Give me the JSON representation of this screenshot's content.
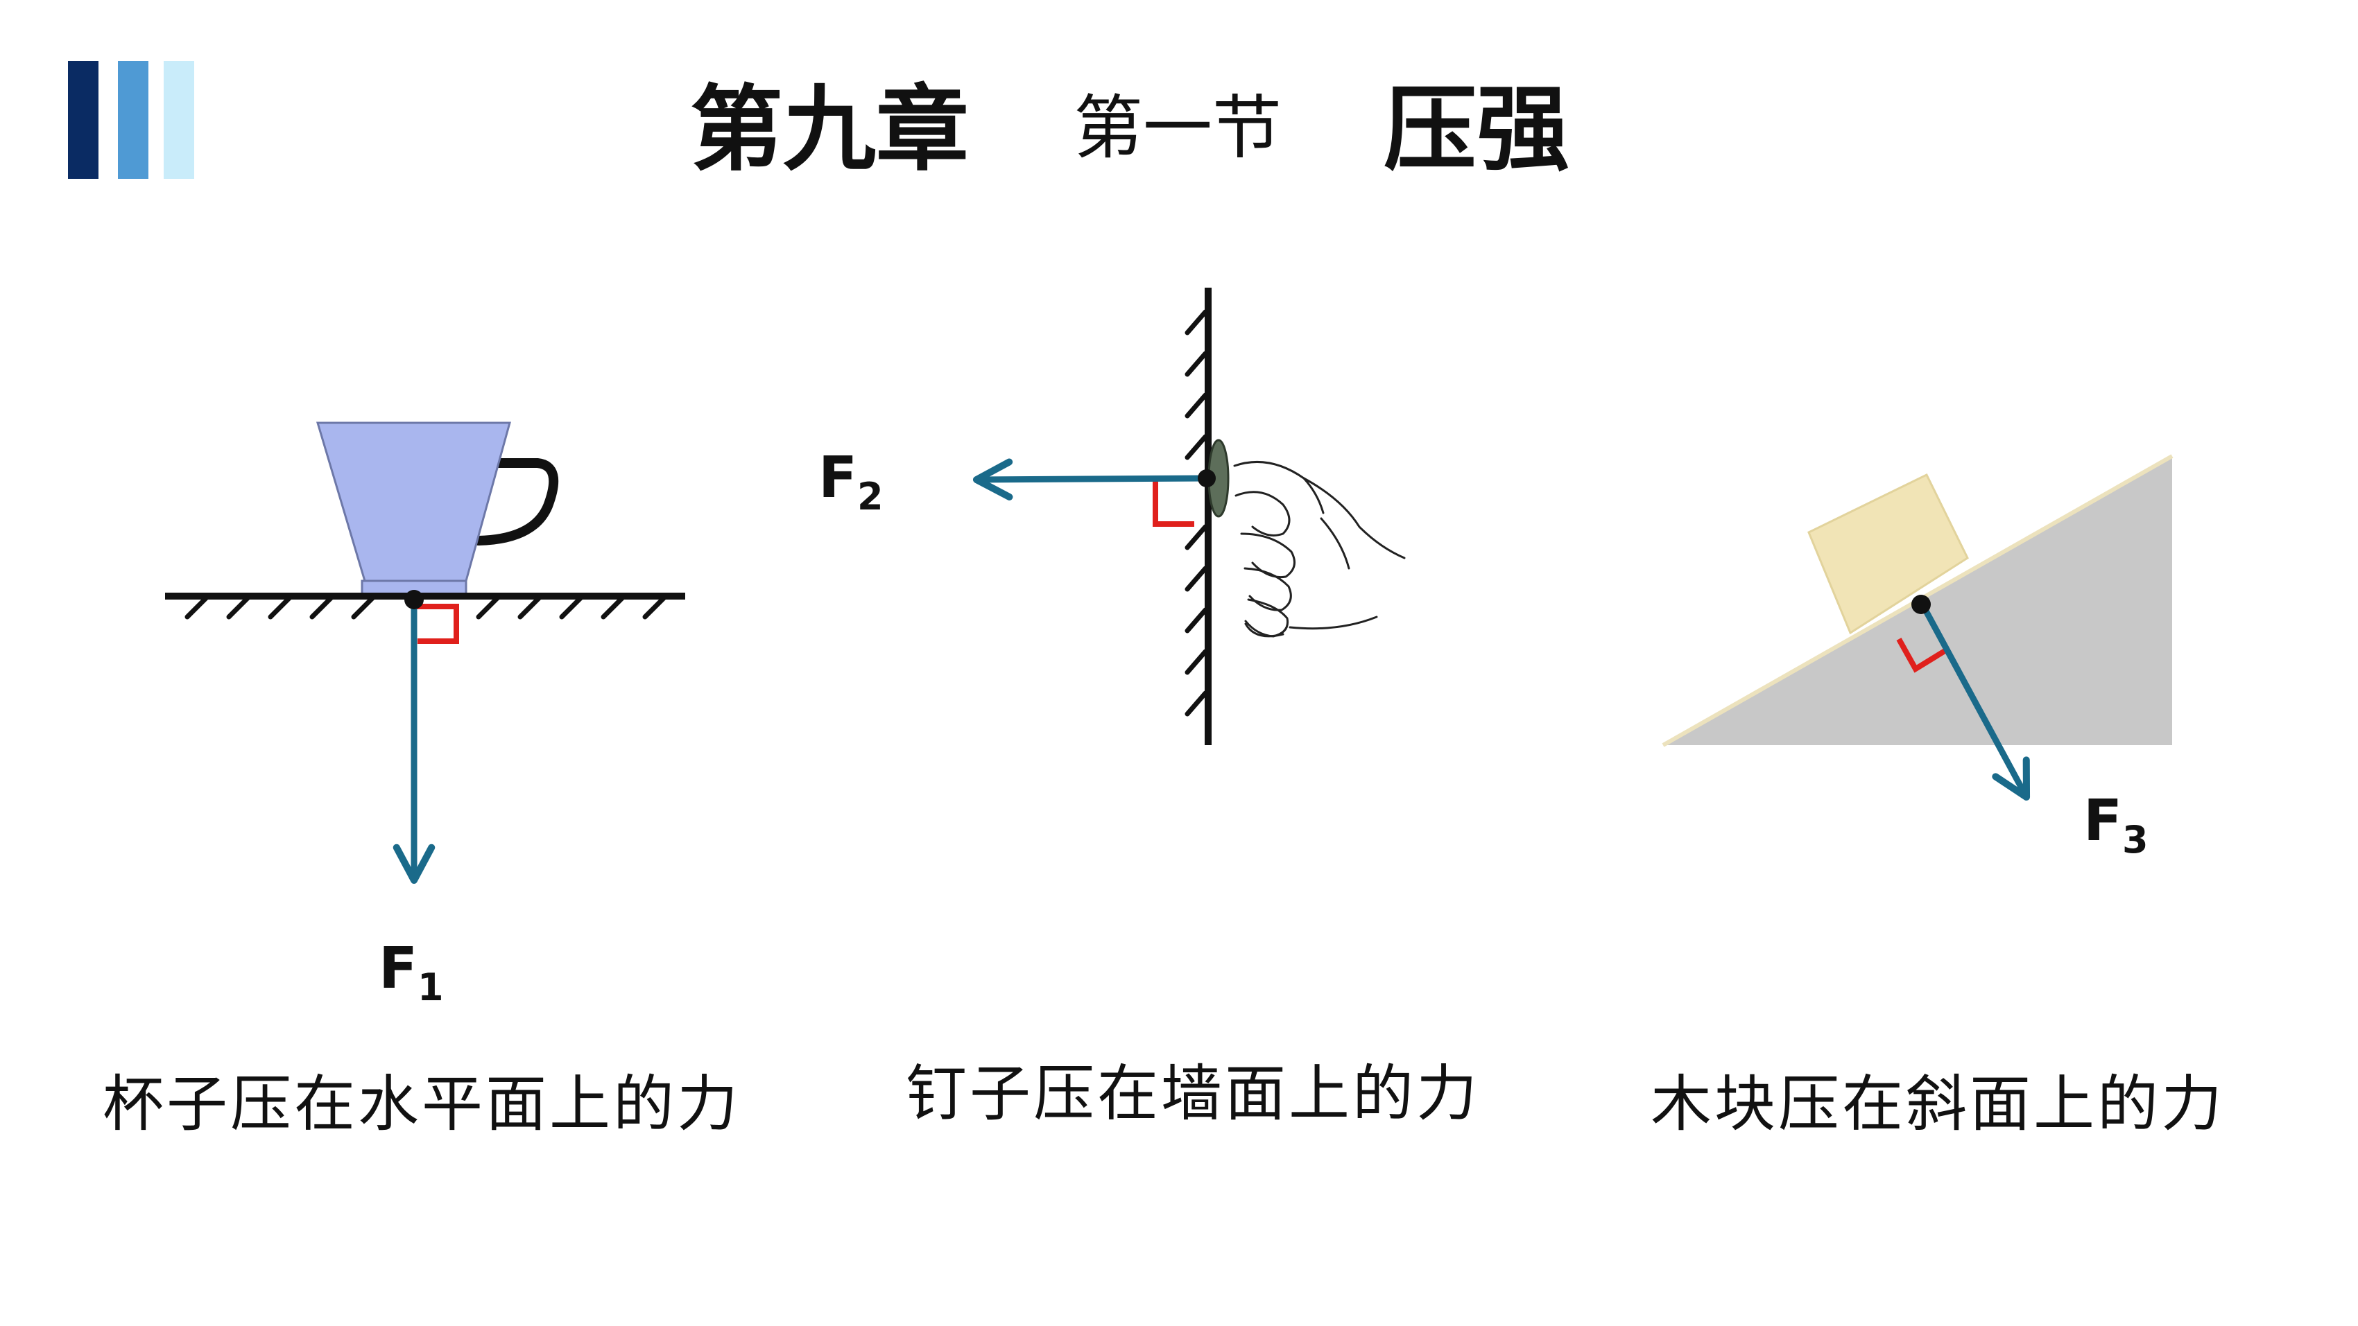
{
  "header": {
    "chapter": "第九章",
    "section": "第一节",
    "topic": "压强"
  },
  "colors": {
    "deco_dark": "#0a2b63",
    "deco_mid": "#4f9ad4",
    "deco_light": "#c9ecfa",
    "force_arrow": "#1a6a8a",
    "right_angle": "#e0201c",
    "cup_fill": "#a9b6ee",
    "block_fill": "#f1e4b6",
    "incline_fill": "#c8c8c8"
  },
  "figures": {
    "cup": {
      "force_label": "F",
      "force_sub": "1",
      "caption": "杯子压在水平面上的力"
    },
    "nail": {
      "force_label": "F",
      "force_sub": "2",
      "caption": "钉子压在墙面上的力"
    },
    "block": {
      "force_label": "F",
      "force_sub": "3",
      "caption": "木块压在斜面上的力"
    }
  }
}
